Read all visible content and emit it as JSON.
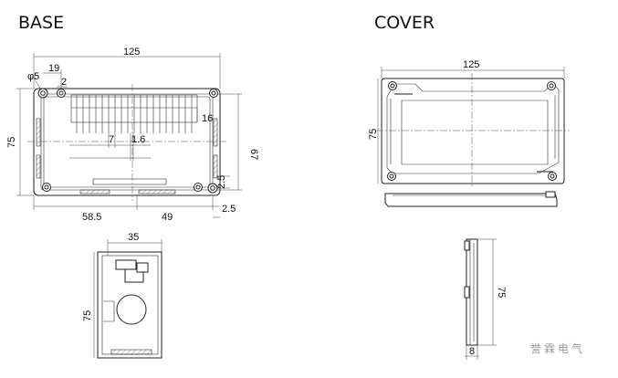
{
  "titles": {
    "base": "BASE",
    "cover": "COVER"
  },
  "base_dims": {
    "width_total": "125",
    "hole_offset": "19",
    "hole_dia": "φ5",
    "corner": "2",
    "height_total": "75",
    "inner_height": "67",
    "rib_depth": "16",
    "rib_pitch": "7",
    "rib_thickness": "1.6",
    "mount_left": "58.5",
    "mount_right": "49",
    "edge_a": "2.5",
    "edge_b": "2.5"
  },
  "base_side_dims": {
    "depth": "35",
    "height": "75"
  },
  "cover_dims": {
    "width": "125",
    "height": "75"
  },
  "cover_side_dims": {
    "height": "75",
    "thickness": "8"
  },
  "watermark": "誉霖电气"
}
